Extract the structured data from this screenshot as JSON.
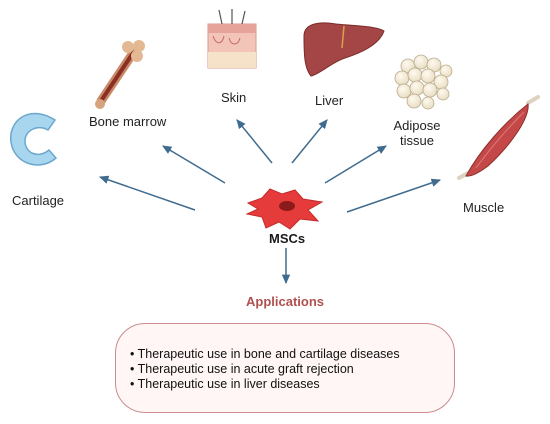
{
  "source": {
    "label": "MSCs"
  },
  "tissues": [
    {
      "id": "cartilage",
      "label": "Cartilage"
    },
    {
      "id": "bone-marrow",
      "label": "Bone marrow"
    },
    {
      "id": "skin",
      "label": "Skin"
    },
    {
      "id": "liver",
      "label": "Liver"
    },
    {
      "id": "adipose",
      "label": "Adipose\ntissue"
    },
    {
      "id": "muscle",
      "label": "Muscle"
    }
  ],
  "applications": {
    "title": "Applications",
    "items": [
      "Therapeutic use  in bone and cartilage diseases",
      "Therapeutic use  in acute graft rejection",
      "Therapeutic use in liver diseases"
    ]
  },
  "colors": {
    "arrow": "#3f6b8f",
    "applications_title": "#b0504f",
    "cell_body": "#e63b3b",
    "cell_nucleus": "#8b1a1a",
    "box_border": "#c98b8b"
  }
}
